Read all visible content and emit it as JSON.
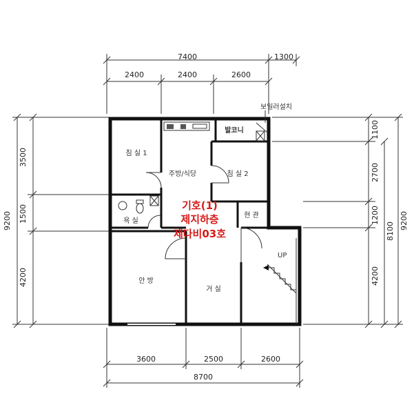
{
  "dims_top": {
    "total": "7400",
    "side": "1300",
    "seg1": "2400",
    "seg2": "2400",
    "seg3": "2600"
  },
  "dims_bottom": {
    "seg1": "3600",
    "seg2": "2500",
    "seg3": "2600",
    "total": "8700"
  },
  "dims_left": {
    "seg1": "3500",
    "seg2": "1500",
    "seg3": "4200",
    "total": "9200"
  },
  "dims_right": {
    "seg1": "1100",
    "seg2": "2700",
    "seg3": "1200",
    "seg4": "4200",
    "sub": "8100",
    "total": "9200"
  },
  "rooms": {
    "bedroom1": "침 실 1",
    "kitchen": "주방/식당",
    "bedroom2": "침 실 2",
    "bath": "욕 실",
    "entrance": "현 관",
    "master": "안 방",
    "living": "거 실",
    "balcony": "발코니",
    "boiler": "보일러설치",
    "up": "UP"
  },
  "annotation": {
    "line1": "기호(1)",
    "line2": "제지하층",
    "line3": "제다비03호"
  }
}
